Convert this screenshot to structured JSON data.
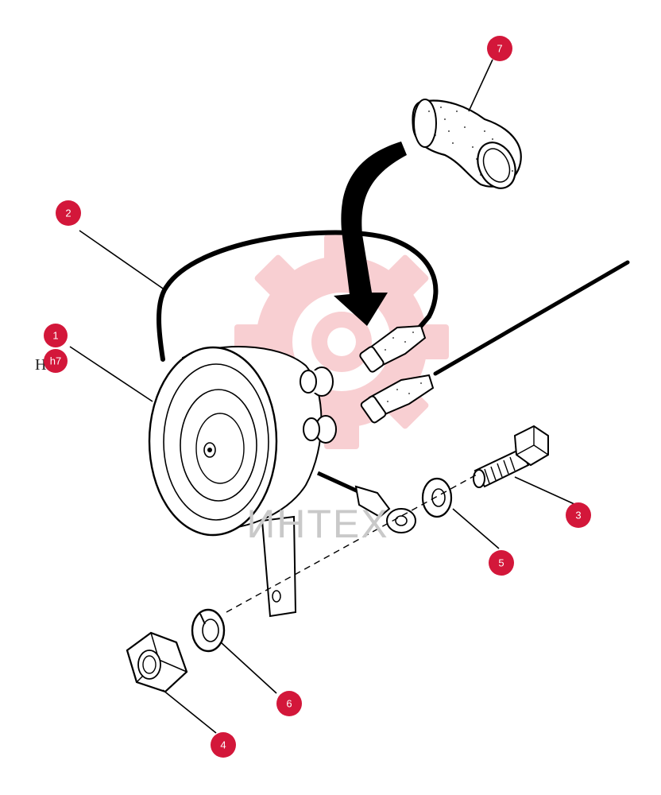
{
  "watermark": {
    "text": "ИНТЕХ",
    "color": "#f4b8bc"
  },
  "stray_label": "H",
  "callouts": [
    {
      "id": "1",
      "label": "1"
    },
    {
      "id": "h7",
      "label": "h7"
    },
    {
      "id": "2",
      "label": "2"
    },
    {
      "id": "3",
      "label": "3"
    },
    {
      "id": "4",
      "label": "4"
    },
    {
      "id": "5",
      "label": "5"
    },
    {
      "id": "6",
      "label": "6"
    },
    {
      "id": "7",
      "label": "7"
    }
  ],
  "colors": {
    "callout": "#d3173a",
    "ink": "#000000",
    "background": "#ffffff"
  }
}
